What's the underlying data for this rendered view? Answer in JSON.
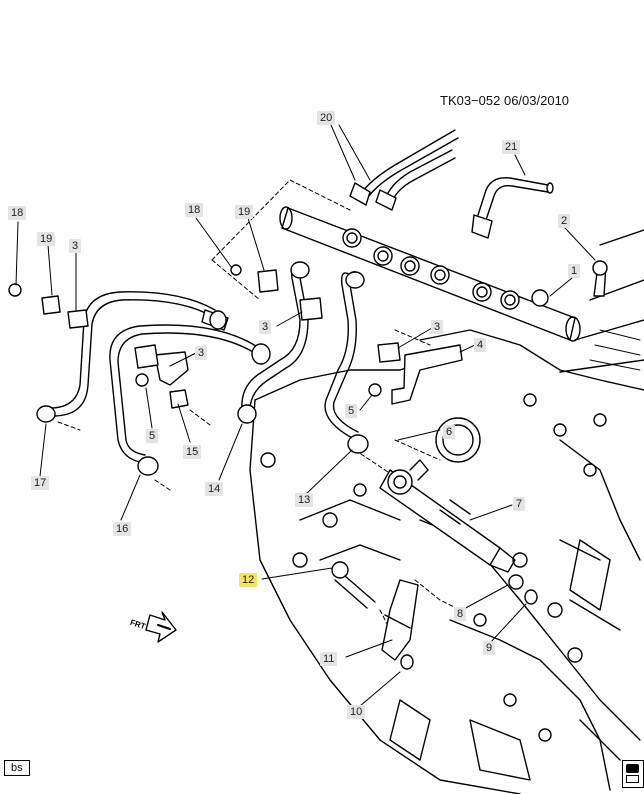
{
  "header": {
    "ref": "TK03−052  06/03/2010"
  },
  "callouts": {
    "c1": "1",
    "c2": "2",
    "c3a": "3",
    "c3b": "3",
    "c3c": "3",
    "c3d": "3",
    "c4": "4",
    "c5a": "5",
    "c5b": "5",
    "c6": "6",
    "c7": "7",
    "c8": "8",
    "c9": "9",
    "c10": "10",
    "c11": "11",
    "c12": "12",
    "c13": "13",
    "c14": "14",
    "c15": "15",
    "c16": "16",
    "c17": "17",
    "c18a": "18",
    "c18b": "18",
    "c19a": "19",
    "c19b": "19",
    "c20": "20",
    "c21": "21"
  },
  "footer": {
    "badge": "bs"
  },
  "front_marker": "FRT",
  "highlight_color": "#f6e35a"
}
